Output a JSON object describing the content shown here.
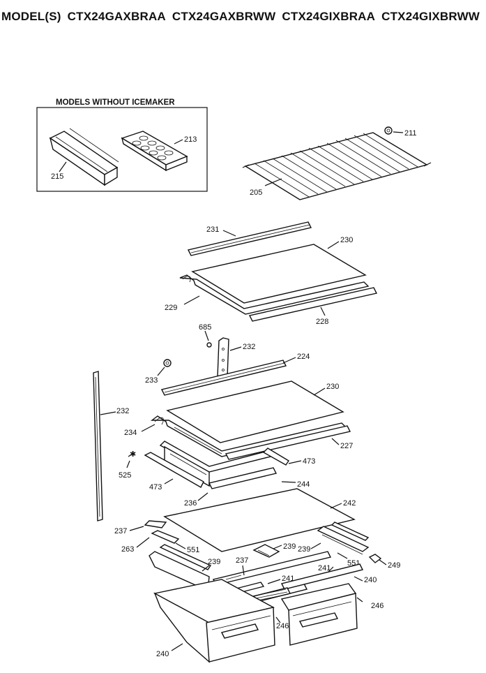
{
  "header": {
    "prefix": "MODEL(S)",
    "models": [
      "CTX24GAXBRAA",
      "CTX24GAXBRWW",
      "CTX24GIXBRAA",
      "CTX24GIXBRWW"
    ]
  },
  "inset": {
    "title": "MODELS WITHOUT ICEMAKER"
  },
  "callouts": [
    "211",
    "205",
    "215",
    "213",
    "231",
    "230",
    "229",
    "228",
    "685",
    "232",
    "224",
    "233",
    "232",
    "230",
    "234",
    "227",
    "525",
    "473",
    "473",
    "244",
    "236",
    "242",
    "237",
    "263",
    "551",
    "239",
    "239",
    "239",
    "551",
    "249",
    "237",
    "241",
    "241",
    "240",
    "246",
    "246",
    "240"
  ]
}
